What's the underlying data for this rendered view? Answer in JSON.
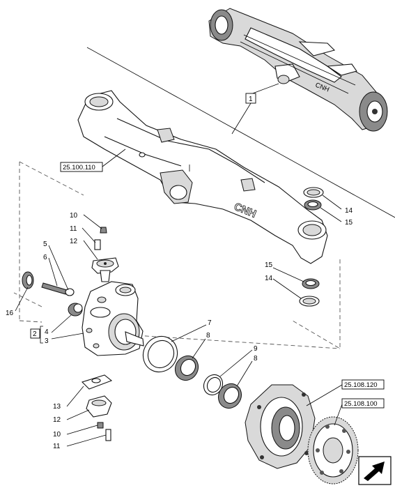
{
  "callouts": {
    "c1": "1",
    "c2": "2",
    "c3": "3",
    "c4": "4",
    "c5": "5",
    "c6": "6",
    "c7": "7",
    "c8a": "8",
    "c8b": "8",
    "c9": "9",
    "c10a": "10",
    "c10b": "10",
    "c11a": "11",
    "c11b": "11",
    "c12a": "12",
    "c12b": "12",
    "c13": "13",
    "c14a": "14",
    "c14b": "14",
    "c15a": "15",
    "c15b": "15",
    "c16": "16"
  },
  "references": {
    "axle_housing": "25.100.110",
    "hub_carrier": "25.108.120",
    "final_drive_gear": "25.108.100"
  },
  "cast_marking": "CNH",
  "icons": {
    "corner_arrow": "navigate-arrow-icon"
  }
}
